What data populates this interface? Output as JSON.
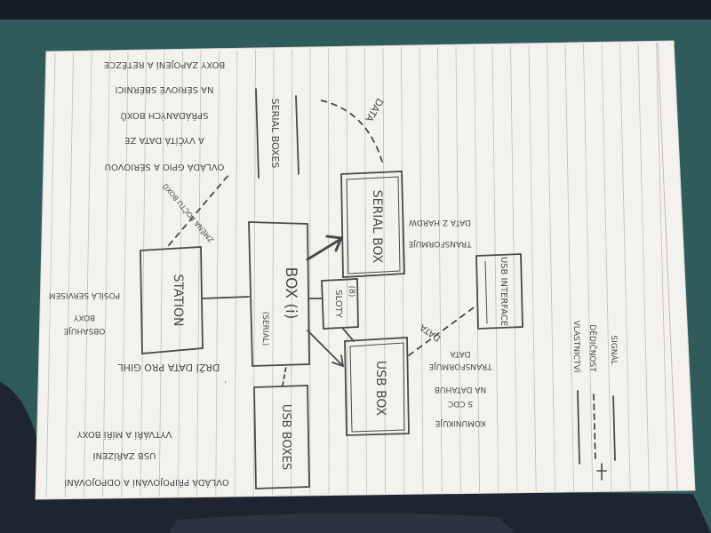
{
  "colors": {
    "desk": "#2f5b5a",
    "paper": "#f3f2ee",
    "rule_line": "#b9c0c8",
    "pencil": "#4a4a4a",
    "fabric": "#1e2530"
  },
  "diagram": {
    "boxes": {
      "serial_boxes": "SERIAL BOXES",
      "serial_box": "SERIAL BOX",
      "station": "STATION",
      "box": "BOX (i)",
      "box_sub": "(SERIAL)",
      "sloty": "SLOTY",
      "sloty_sub": "(8)",
      "usb_box": "USB BOX",
      "usb_interface": "USB INTERFACE",
      "usb_boxes": "USB BOXES"
    },
    "arrow_labels": {
      "data_top": "DATA",
      "data_mid": "DATA",
      "zmena_poctu": "ZMĚNA POČTU BOXŮ",
      "mini": "-"
    },
    "notes": {
      "top_right_1": "OVLÁDÁ GPIO A SÉRIOVOU",
      "top_right_2": "A VYČÍTÁ DATA ZE",
      "top_right_3": "SPŘÁDANÝCH BOXŮ",
      "top_right_4": "NA SÉRIOVÉ SBĚRNICI",
      "top_right_5": "BOXY ZAPOJENÍ A RETĚZCE",
      "left_1": "OBSAHUJE",
      "left_2": "BOXY",
      "left_3": "POSÍLÁ SERVISEM",
      "trans_1": "TRANSFORMUJE",
      "trans_2": "DATA Z HARDW",
      "drzi": "DRŽÍ DATA PRO GIHL",
      "usb_note_1": "USB ZAŘÍZENÍ",
      "usb_note_2": "VYTVÁŘÍ A MÍŘÍ BOXY",
      "bottom": "OVLÁDÁ PŘIPOJOVÁNÍ A ODPOJOVÁNÍ",
      "komunikuje_1": "KOMUNIKUJE",
      "komunikuje_2": "S CDC",
      "komunikuje_3": "NA DATAHUB",
      "komunikuje_4": "TRANSFORMUJE",
      "komunikuje_5": "DATA"
    },
    "legend": [
      {
        "label": "VLASTNICTVÍ"
      },
      {
        "label": "DĚDIČNOST"
      },
      {
        "label": "SIGNÁL"
      }
    ]
  }
}
